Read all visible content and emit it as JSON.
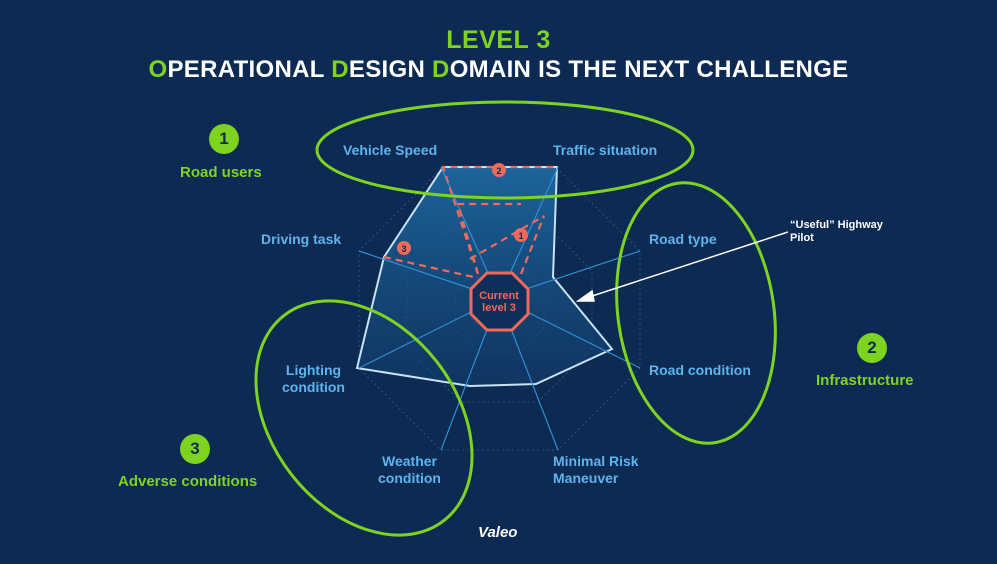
{
  "title": {
    "line1": "LEVEL 3",
    "line2": {
      "o_initial": "O",
      "o_rest": "PERATIONAL ",
      "d1_initial": "D",
      "d1_rest": "ESIGN ",
      "d2_initial": "D",
      "d2_rest": "OMAIN IS THE NEXT CHALLENGE"
    }
  },
  "axes": [
    "Vehicle Speed",
    "Traffic situation",
    "Road type",
    "Road condition",
    "Minimal Risk Maneuver",
    "Weather condition",
    "Lighting condition",
    "Driving task"
  ],
  "axis_label_lines": {
    "minimal_risk": [
      "Minimal Risk",
      "Maneuver"
    ],
    "weather": [
      "Weather",
      "condition"
    ],
    "lighting": [
      "Lighting",
      "condition"
    ]
  },
  "categories": [
    {
      "number": "1",
      "label": "Road users"
    },
    {
      "number": "2",
      "label": "Infrastructure"
    },
    {
      "number": "3",
      "label": "Adverse conditions"
    }
  ],
  "center": {
    "line1": "Current",
    "line2": "level 3"
  },
  "annotation": {
    "line1": "“Useful” Highway",
    "line2": "Pilot"
  },
  "step_markers": [
    "1",
    "2",
    "3"
  ],
  "logo": "Valeo",
  "colors": {
    "background": "#0d2a52",
    "accent_green": "#7ed321",
    "axis_blue": "#5fb4ee",
    "current_red": "#f06a5a",
    "pilot_outline": "#c9e2f5"
  }
}
